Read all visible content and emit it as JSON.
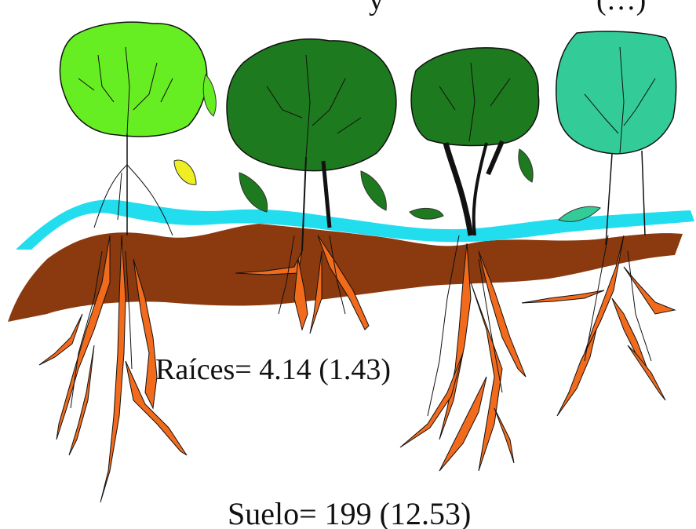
{
  "labels": {
    "top_partial": "y",
    "top_partial_right": "(…)",
    "roots": "Raíces= 4.14 (1.43)",
    "soil": "Suelo= 199 (12.53)"
  },
  "colors": {
    "tree_light_green": "#66ee22",
    "tree_dark_green": "#1e7a1e",
    "tree_mint": "#33cc99",
    "litter_layer": "#22ddee",
    "soil": "#8b3a0f",
    "roots_orange": "#f26b1d",
    "leaf_yellow": "#eeee22"
  }
}
